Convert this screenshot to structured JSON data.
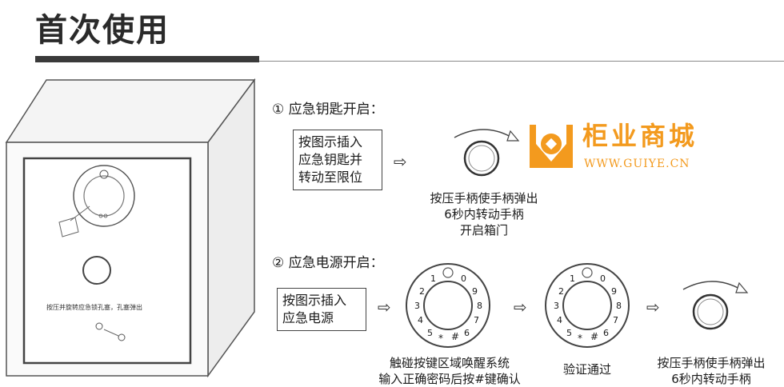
{
  "title": "首次使用",
  "safe": {
    "note": "按压并旋转应急锁孔塞，孔塞弹出"
  },
  "step1": {
    "title": "① 应急钥匙开启：",
    "box_lines": [
      "按图示插入",
      "应急钥匙并",
      "转动至限位"
    ],
    "caption_lines": [
      "按压手柄使手柄弹出",
      "6秒内转动手柄",
      "开启箱门"
    ]
  },
  "step2": {
    "title": "② 应急电源开启：",
    "box_lines": [
      "按图示插入",
      "应急电源"
    ],
    "keypad": {
      "left_digits": [
        "1",
        "2",
        "3",
        "4",
        "5"
      ],
      "right_digits": [
        "0",
        "9",
        "8",
        "7",
        "6"
      ],
      "bottom_keys": [
        "*",
        "#"
      ]
    },
    "caption1_lines": [
      "触碰按键区域唤醒系统",
      "输入正确密码后按#键确认"
    ],
    "caption2": "验证通过",
    "caption3_lines": [
      "按压手柄使手柄弹出",
      "6秒内转动手柄"
    ]
  },
  "watermark": {
    "name": "柜业商城",
    "url": "WWW.GUIYE.CN"
  },
  "colors": {
    "watermark": "#f39a1e",
    "line": "#333333"
  }
}
